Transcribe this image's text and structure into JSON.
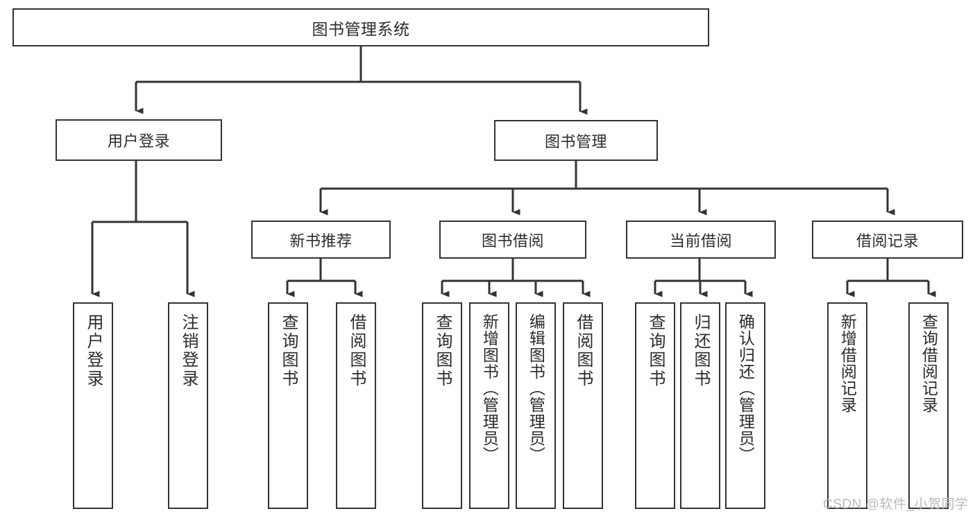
{
  "diagram": {
    "title": "图书管理系统",
    "type": "hierarchy-tree",
    "root": {
      "id": "root",
      "label": "图书管理系统"
    },
    "level2": [
      {
        "id": "user-login",
        "label": "用户登录"
      },
      {
        "id": "book-management",
        "label": "图书管理"
      }
    ],
    "level3": [
      {
        "id": "new-book-recommend",
        "label": "新书推荐"
      },
      {
        "id": "book-borrow",
        "label": "图书借阅"
      },
      {
        "id": "current-borrow",
        "label": "当前借阅"
      },
      {
        "id": "borrow-record",
        "label": "借阅记录"
      }
    ],
    "leaves": [
      {
        "id": "leaf-user-login",
        "label": "用户登录",
        "parent": "user-login"
      },
      {
        "id": "leaf-logout-login",
        "label": "注销登录",
        "parent": "user-login"
      },
      {
        "id": "leaf-query-book-1",
        "label": "查询图书",
        "parent": "new-book-recommend"
      },
      {
        "id": "leaf-borrow-book-1",
        "label": "借阅图书",
        "parent": "new-book-recommend"
      },
      {
        "id": "leaf-query-book-2",
        "label": "查询图书",
        "parent": "book-borrow"
      },
      {
        "id": "leaf-add-book",
        "label": "新增图书（管理员）",
        "parent": "book-borrow"
      },
      {
        "id": "leaf-edit-book",
        "label": "编辑图书（管理员）",
        "parent": "book-borrow"
      },
      {
        "id": "leaf-borrow-book-2",
        "label": "借阅图书",
        "parent": "book-borrow"
      },
      {
        "id": "leaf-query-book-3",
        "label": "查询图书",
        "parent": "current-borrow"
      },
      {
        "id": "leaf-return-book",
        "label": "归还图书",
        "parent": "current-borrow"
      },
      {
        "id": "leaf-confirm-return",
        "label": "确认归还（管理员）",
        "parent": "current-borrow"
      },
      {
        "id": "leaf-add-record",
        "label": "新增借阅记录",
        "parent": "borrow-record"
      },
      {
        "id": "leaf-query-record",
        "label": "查询借阅记录",
        "parent": "borrow-record"
      }
    ]
  },
  "watermark": {
    "text": "CSDN @软件_小贺同学"
  },
  "colors": {
    "stroke": "#333333",
    "text": "#2b2b2b",
    "background": "#ffffff",
    "watermark": "#b9b9b9"
  }
}
